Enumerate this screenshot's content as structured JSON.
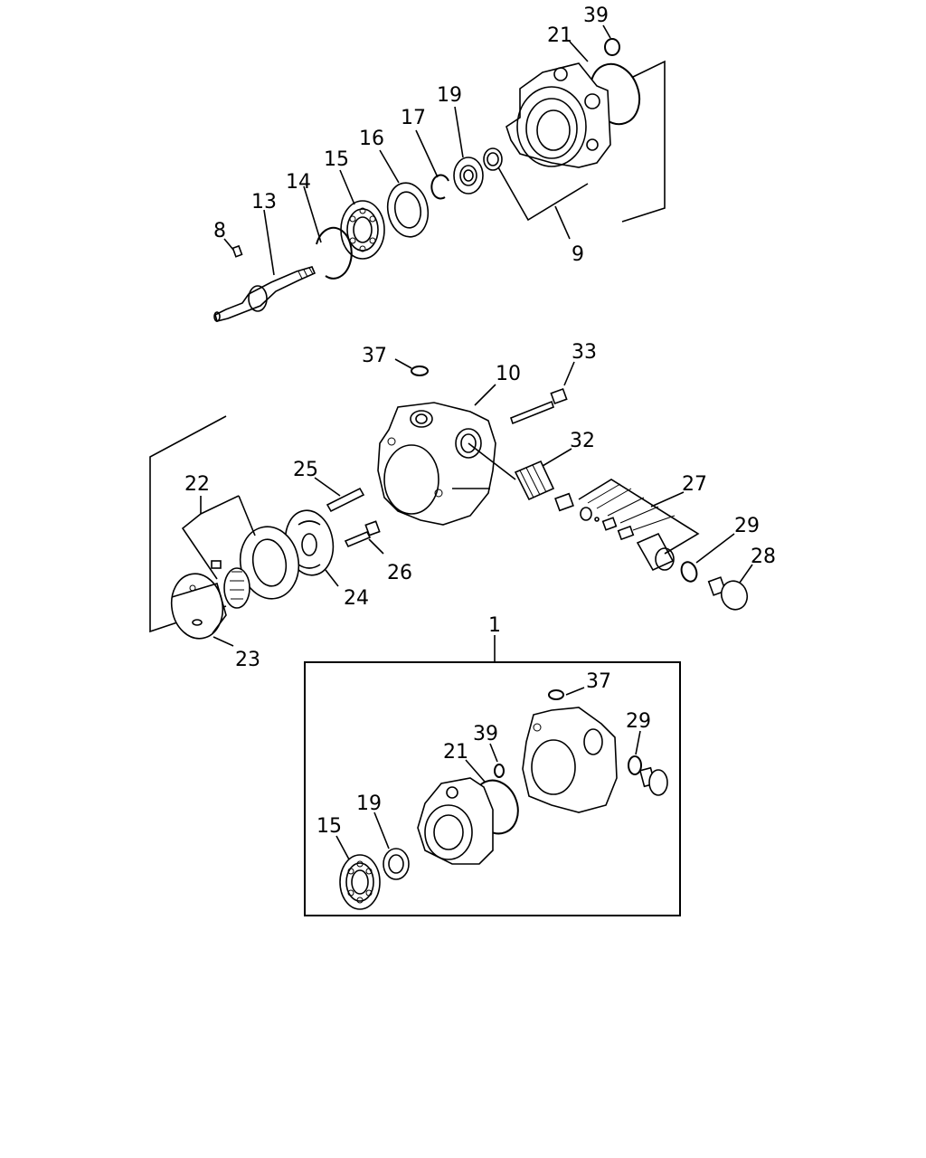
{
  "labels": {
    "l39_top": "39",
    "l21_top": "21",
    "l19_top": "19",
    "l17": "17",
    "l16": "16",
    "l15_top": "15",
    "l14": "14",
    "l13": "13",
    "l8": "8",
    "l9": "9",
    "l37_top": "37",
    "l10": "10",
    "l33": "33",
    "l32": "32",
    "l27": "27",
    "l25": "25",
    "l22": "22",
    "l29_mid": "29",
    "l28": "28",
    "l26": "26",
    "l24": "24",
    "l23": "23",
    "l1": "1",
    "l37_box": "37",
    "l29_box": "29",
    "l39_box": "39",
    "l21_box": "21",
    "l19_box": "19",
    "l15_box": "15"
  }
}
